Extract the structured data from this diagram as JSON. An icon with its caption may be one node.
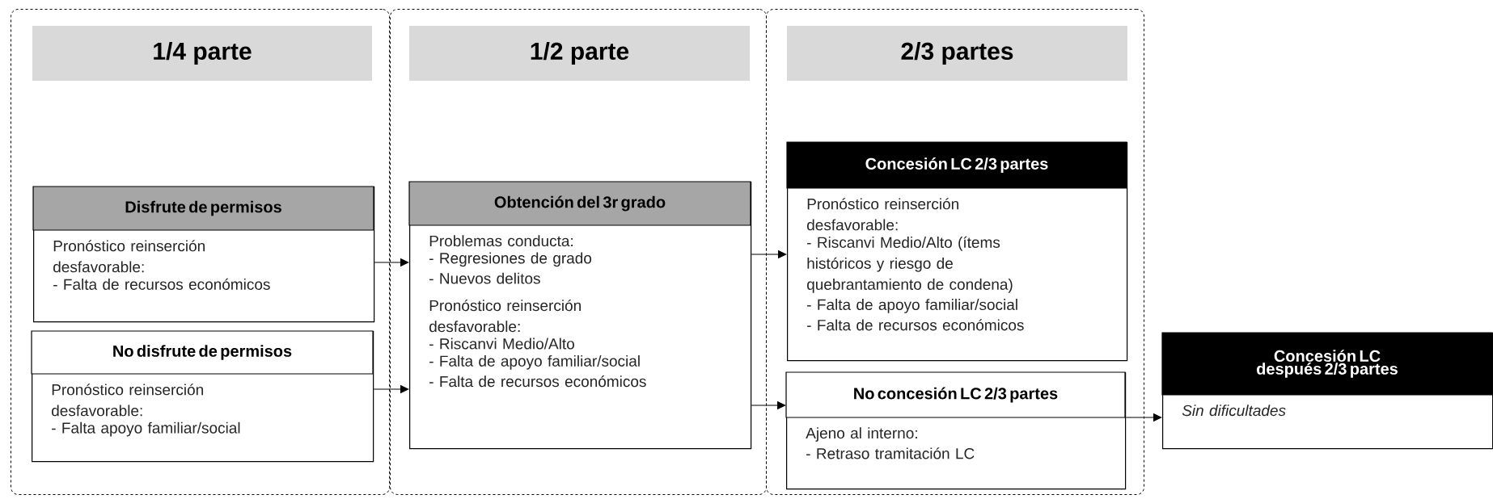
{
  "diagram": {
    "nodes": [
      {
        "text": [
          "1/4 parte"
        ]
      },
      {
        "text": [
          "1/2 parte"
        ]
      },
      {
        "text": [
          "2/3 partes"
        ]
      },
      {
        "text": [
          "Disfrute de permisos",
          "Pronóstico reinserción desfavorable:",
          "- Falta de recursos económicos"
        ],
        "in": 0
      },
      {
        "text": [
          "No disfrute de permisos",
          "Pronóstico reinserción desfavorable:",
          "- Falta apoyo familiar/social"
        ],
        "in": 0
      },
      {
        "text": [
          "Obtención del 3r grado",
          "Problemas conducta:",
          "- Regresiones de grado",
          "- Nuevos delitos",
          "Pronóstico reinserción desfavorable:",
          "- Riscanvi Medio/Alto",
          "- Falta de apoyo familiar/social",
          "- Falta de recursos económicos"
        ],
        "in": 1
      },
      {
        "text": [
          "Concesión LC 2/3 partes",
          "Pronóstico reinserción desfavorable:",
          "- Riscanvi Medio/Alto (ítems históricos y riesgo de quebrantamiento de condena)",
          "- Falta de apoyo familiar/social",
          "- Falta de recursos económicos"
        ],
        "in": 2
      },
      {
        "text": [
          "No concesión LC 2/3 partes",
          "Ajeno al interno:",
          "- Retraso tramitación LC"
        ],
        "in": 2
      },
      {
        "text": [
          "Concesión LC después 2/3 partes",
          "Sin dificultades"
        ]
      }
    ],
    "edges": [
      {
        "from": 3,
        "to": 5,
        "arrow": "to"
      },
      {
        "from": 4,
        "to": 5,
        "arrow": "to"
      },
      {
        "from": 5,
        "to": 6,
        "arrow": "to"
      },
      {
        "from": 5,
        "to": 7,
        "arrow": "to"
      },
      {
        "from": 7,
        "to": 8,
        "arrow": "to"
      }
    ]
  }
}
